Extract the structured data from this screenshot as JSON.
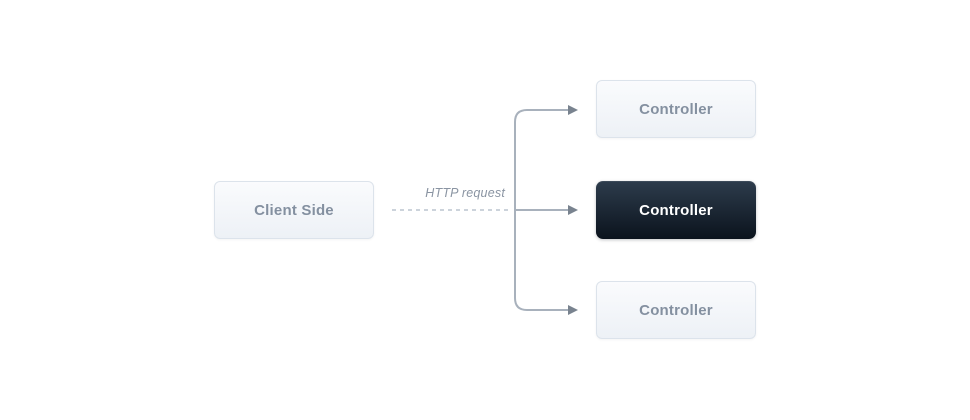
{
  "diagram": {
    "client": {
      "label": "Client Side"
    },
    "edge": {
      "label": "HTTP request"
    },
    "controllers": [
      {
        "label": "Controller",
        "variant": "light"
      },
      {
        "label": "Controller",
        "variant": "dark"
      },
      {
        "label": "Controller",
        "variant": "light"
      }
    ],
    "colors": {
      "canvas_bg": "#ffffff",
      "line": "#a8b1bc",
      "dash": "#ccd3db",
      "arrowhead": "#79838f",
      "light_box_bg_top": "#fafbfd",
      "light_box_bg_bottom": "#edf1f6",
      "light_box_border": "#dce3eb",
      "light_box_text": "#8490a0",
      "dark_box_bg_top": "#2d3c4c",
      "dark_box_bg_bottom": "#0b131d",
      "dark_box_text": "#ffffff",
      "label_text": "#8a94a2"
    }
  }
}
